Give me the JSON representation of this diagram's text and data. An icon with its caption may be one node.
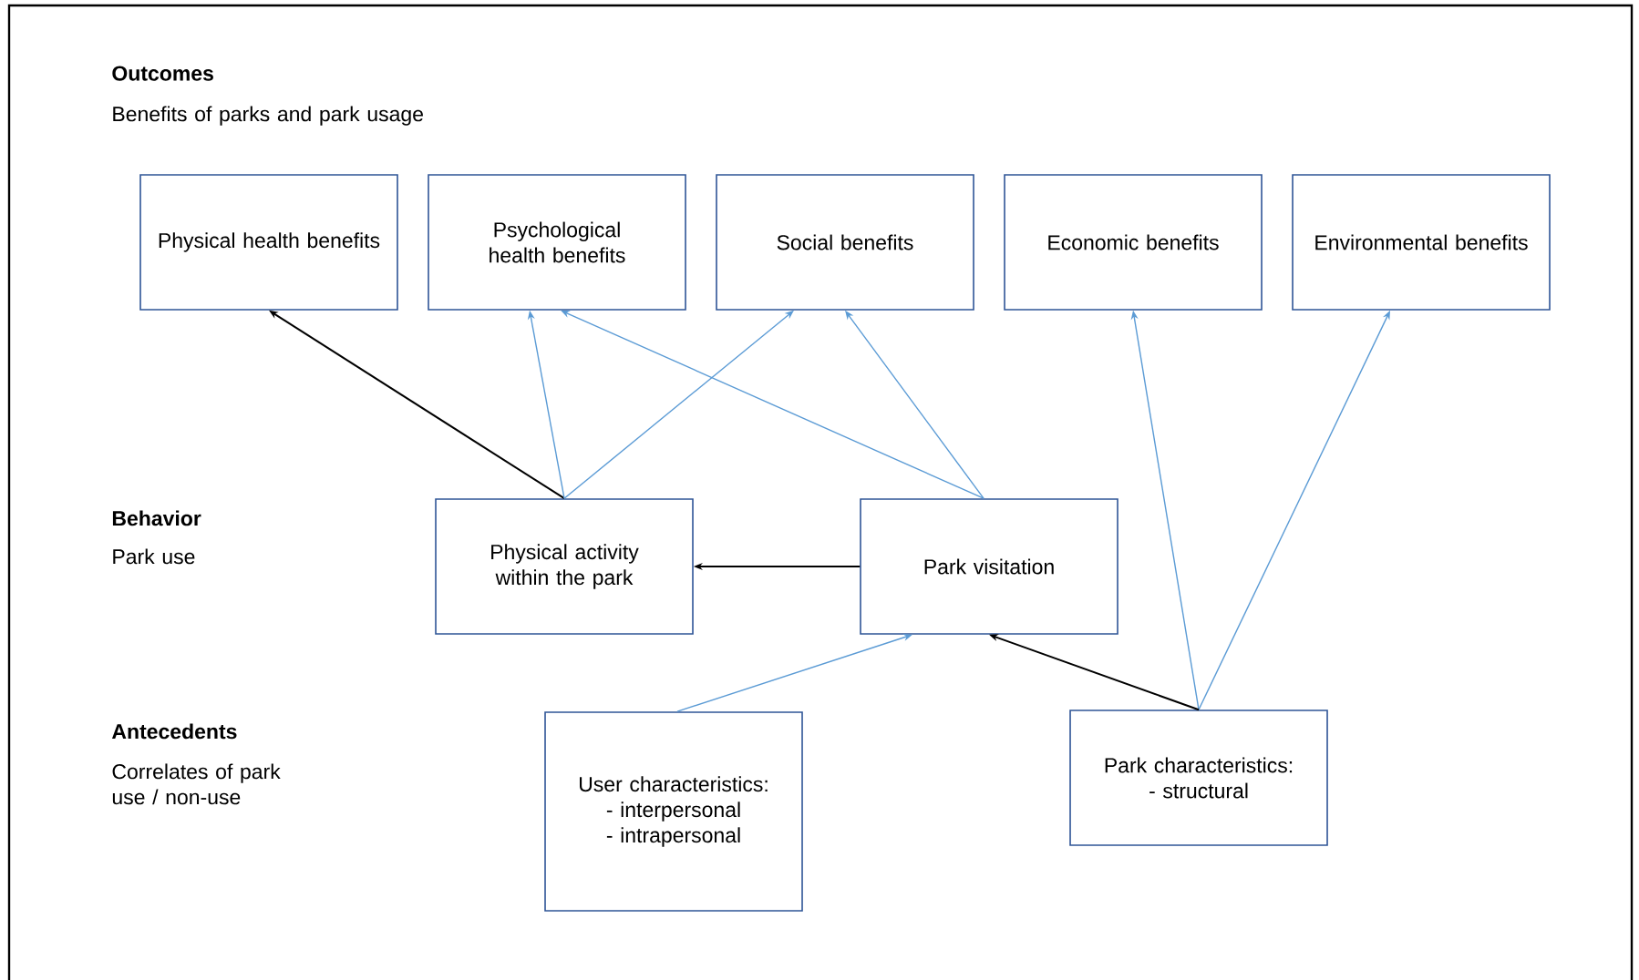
{
  "diagram": {
    "nodes": [
      {
        "text": [
          "Physical health benefits"
        ]
      },
      {
        "text": [
          "Psychological health benefits"
        ]
      },
      {
        "text": [
          "Social benefits"
        ]
      },
      {
        "text": [
          "Economic benefits"
        ]
      },
      {
        "text": [
          "Environmental benefits"
        ]
      },
      {
        "text": [
          "Physical activity within the park"
        ]
      },
      {
        "text": [
          "Park visitation"
        ]
      },
      {
        "text": [
          "User characteristics:",
          "-    interpersonal",
          "-    intrapersonal"
        ]
      },
      {
        "text": [
          "Park characteristics:",
          "- structural"
        ]
      }
    ],
    "edges": [
      {
        "from": 5,
        "to": 0,
        "arrow": "to",
        "color": "#000000"
      },
      {
        "from": 5,
        "to": 1,
        "arrow": "to"
      },
      {
        "from": 5,
        "to": 2,
        "arrow": "to"
      },
      {
        "from": 6,
        "to": 1,
        "arrow": "to"
      },
      {
        "from": 6,
        "to": 2,
        "arrow": "to"
      },
      {
        "from": 8,
        "to": 3,
        "arrow": "to"
      },
      {
        "from": 8,
        "to": 4,
        "arrow": "to"
      },
      {
        "from": 6,
        "to": 5,
        "arrow": "to",
        "color": "#000000"
      },
      {
        "from": 7,
        "to": 6,
        "arrow": "to"
      },
      {
        "from": 8,
        "to": 6,
        "arrow": "to",
        "color": "#000000"
      }
    ],
    "labels": [
      "Outcomes",
      "Benefits of parks and park usage",
      "Behavior",
      "Park use",
      "Antecedents",
      "Correlates of park use / non-use"
    ]
  }
}
